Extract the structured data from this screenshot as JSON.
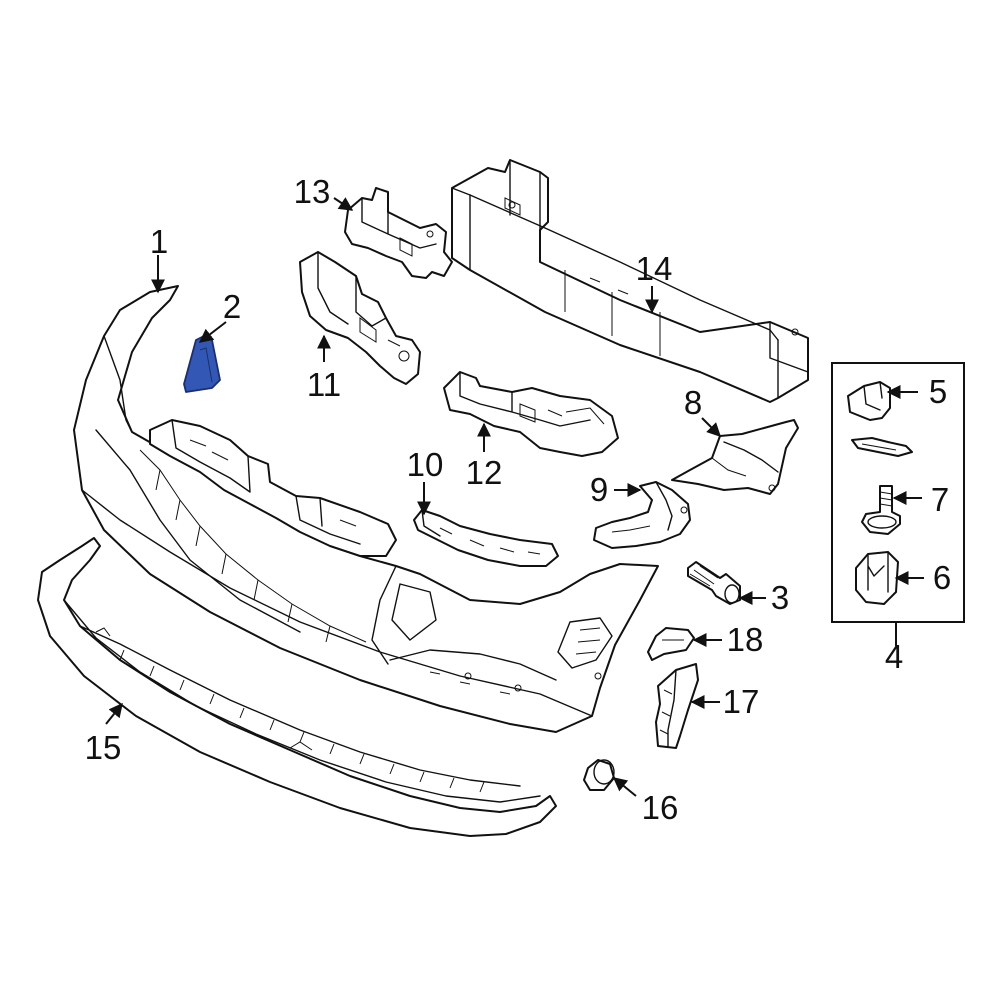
{
  "callouts": [
    {
      "id": "1",
      "label": "1"
    },
    {
      "id": "2",
      "label": "2"
    },
    {
      "id": "3",
      "label": "3"
    },
    {
      "id": "4",
      "label": "4"
    },
    {
      "id": "5",
      "label": "5"
    },
    {
      "id": "6",
      "label": "6"
    },
    {
      "id": "7",
      "label": "7"
    },
    {
      "id": "8",
      "label": "8"
    },
    {
      "id": "9",
      "label": "9"
    },
    {
      "id": "10",
      "label": "10"
    },
    {
      "id": "11",
      "label": "11"
    },
    {
      "id": "12",
      "label": "12"
    },
    {
      "id": "13",
      "label": "13"
    },
    {
      "id": "14",
      "label": "14"
    },
    {
      "id": "15",
      "label": "15"
    },
    {
      "id": "16",
      "label": "16"
    },
    {
      "id": "17",
      "label": "17"
    },
    {
      "id": "18",
      "label": "18"
    }
  ],
  "highlight_part": "2",
  "colors": {
    "line": "#111111",
    "background": "#ffffff",
    "highlight_fill": "#3357b5",
    "highlight_stroke": "#1b2f6e"
  }
}
